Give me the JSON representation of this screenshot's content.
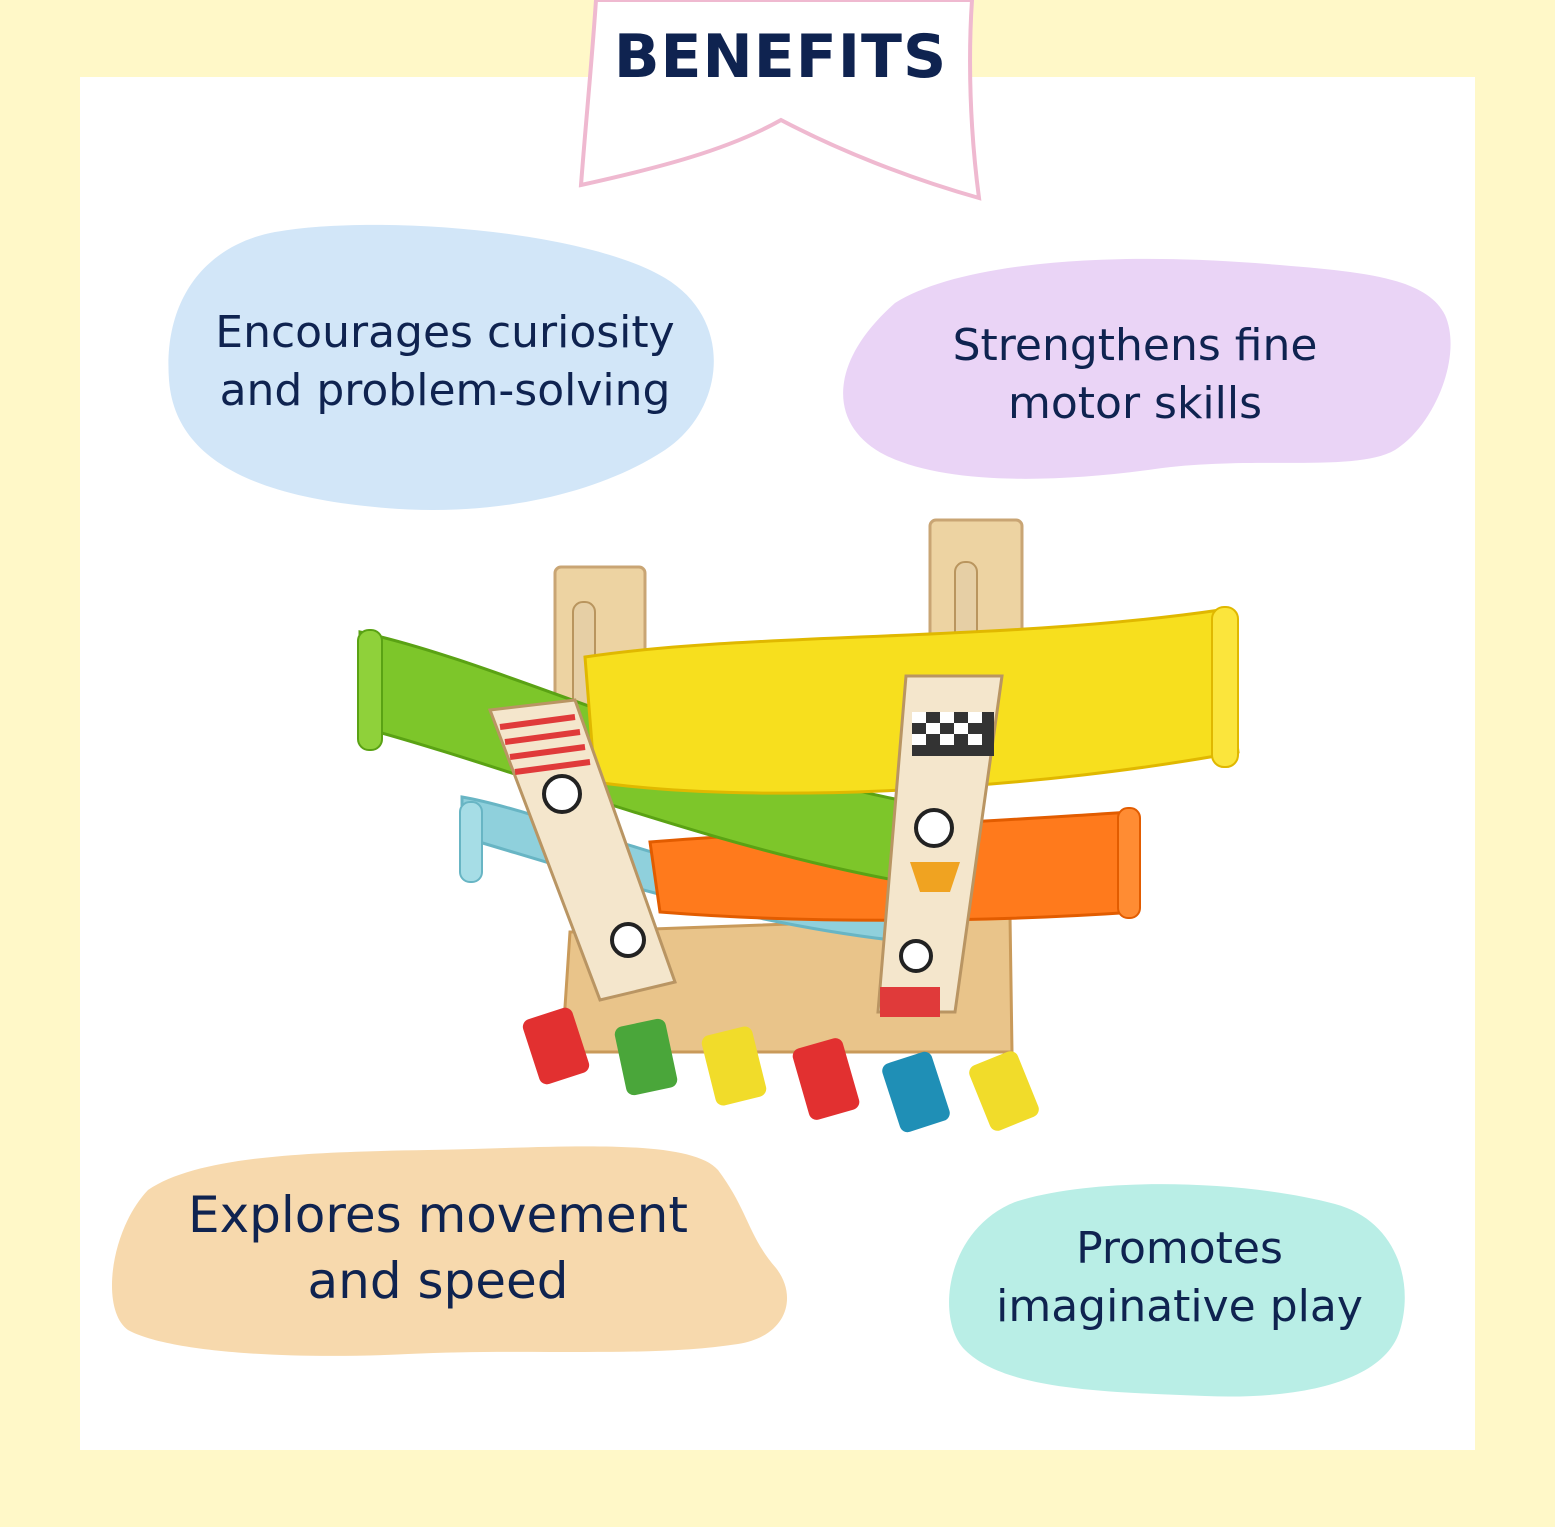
{
  "page": {
    "title": "BENEFITS"
  },
  "benefits": [
    {
      "line1": "Encourages curiosity",
      "line2": "and problem-solving",
      "color": "#d2e6f8"
    },
    {
      "line1": "Strengthens fine",
      "line2": "motor skills",
      "color": "#ead4f6"
    },
    {
      "line1": "Explores movement",
      "line2": "and speed",
      "color": "#f7d9ad"
    },
    {
      "line1": "Promotes",
      "line2": "imaginative play",
      "color": "#b9eee6"
    }
  ],
  "colors": {
    "background": "#fff8c8",
    "card": "#ffffff",
    "ribbon_border": "#efb9d0",
    "text": "#0f2350"
  },
  "product_image": {
    "alt": "wooden car ramp racer toy"
  }
}
